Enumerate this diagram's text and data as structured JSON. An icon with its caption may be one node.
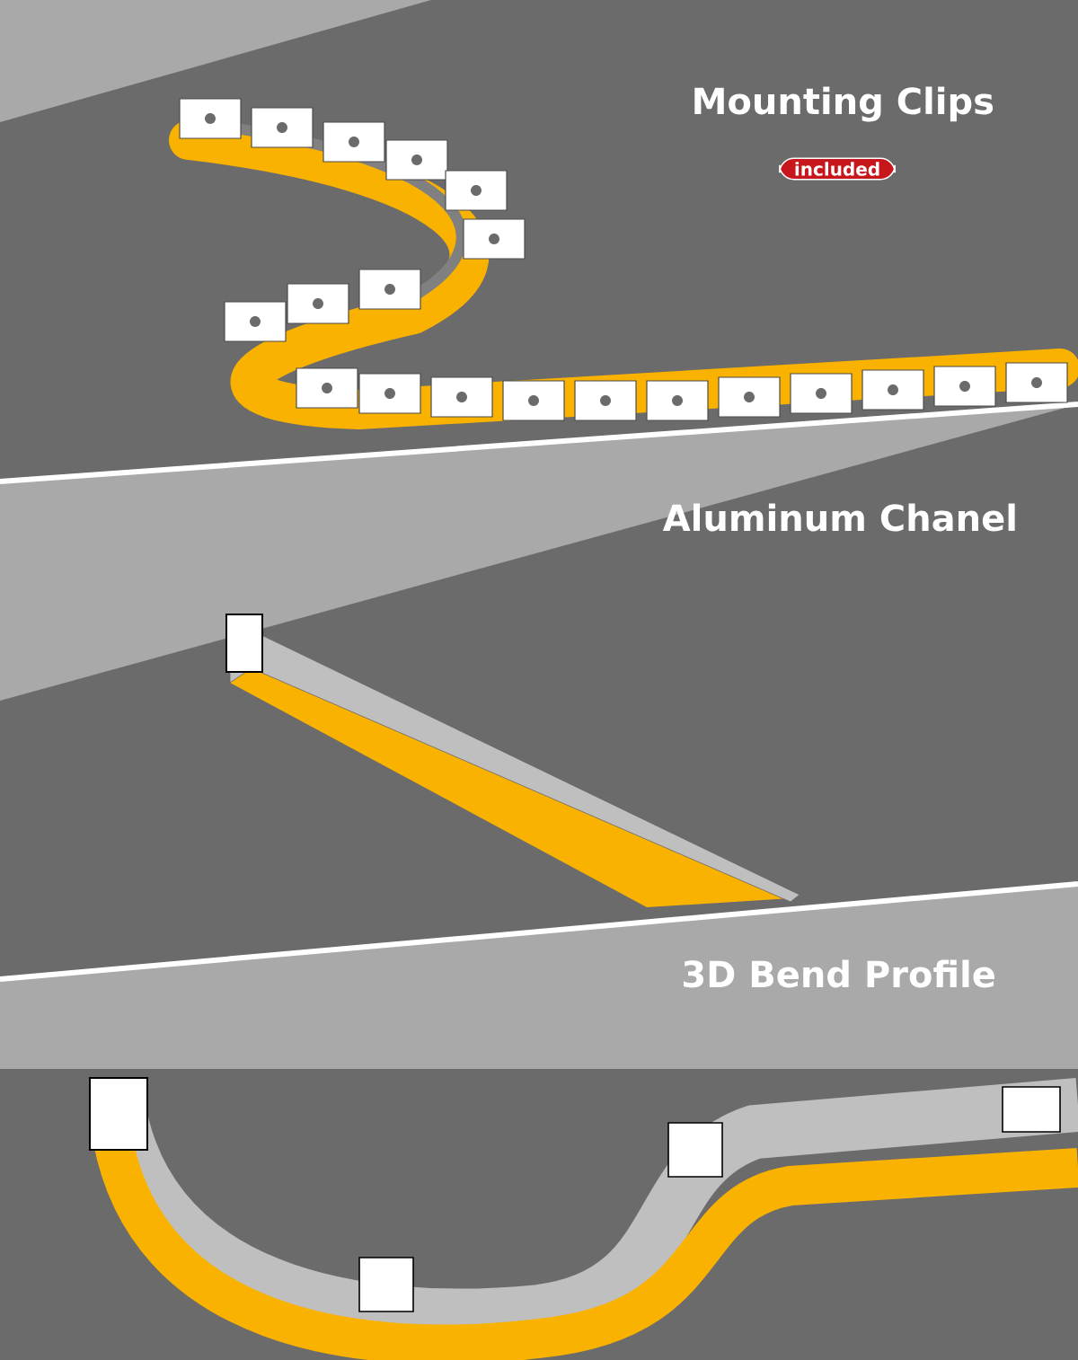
{
  "diagram": {
    "nodes": [
      {
        "text": [
          "included"
        ]
      }
    ],
    "labels": [
      "Mounting Clips",
      "Aluminum Chanel",
      "3D Bend Profile"
    ]
  }
}
